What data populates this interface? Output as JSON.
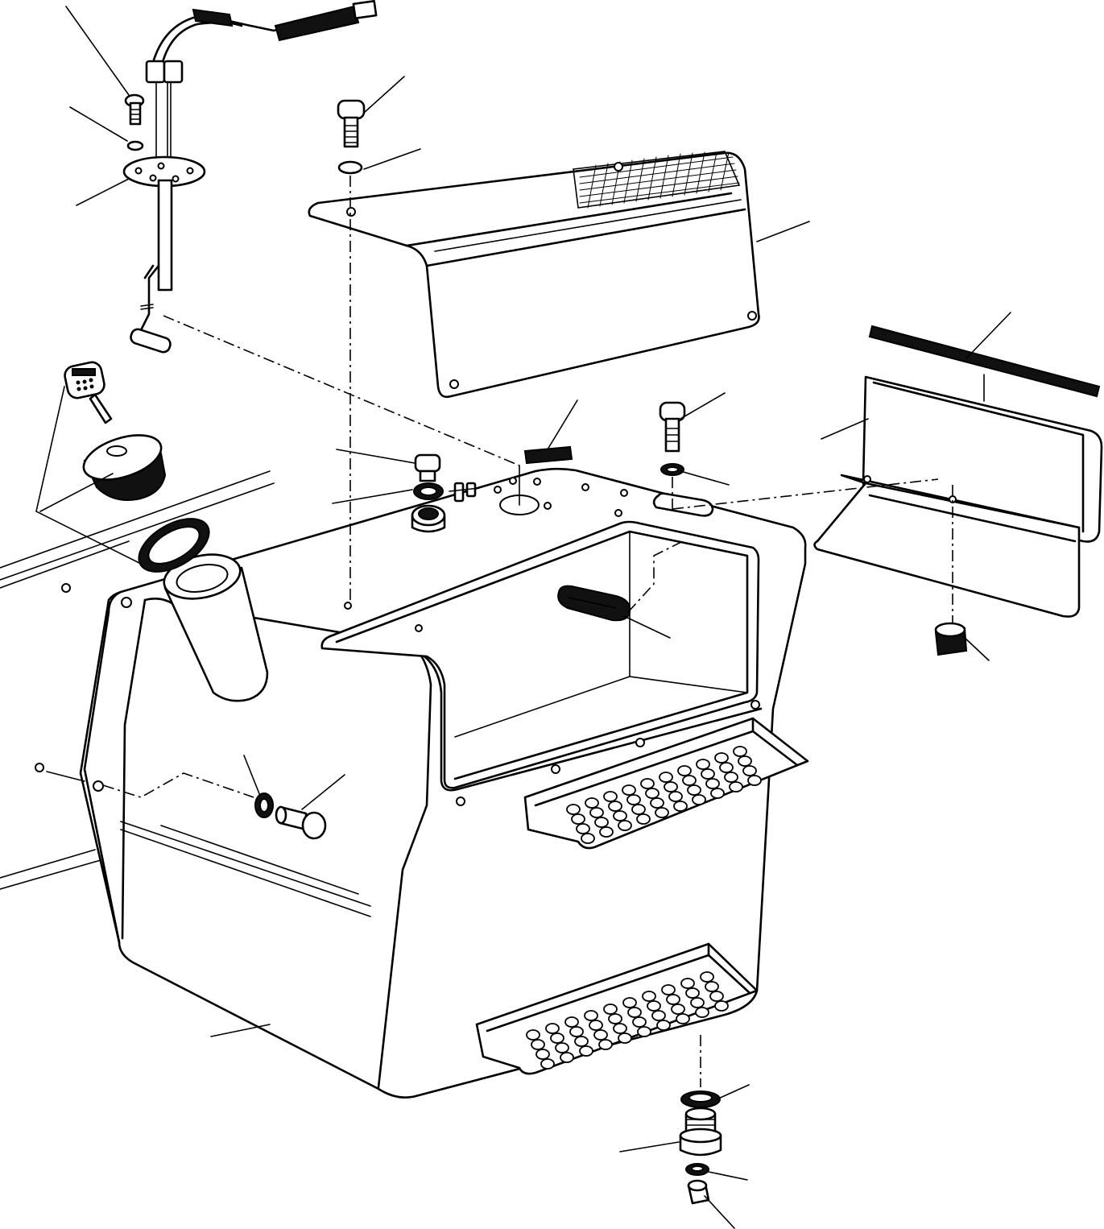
{
  "diagram": {
    "parts": [
      "fuel-level-sender",
      "screw",
      "washer",
      "sender-flange",
      "cap-bolt",
      "cap-washer",
      "tank-cover",
      "filler-key",
      "filler-cap",
      "filler-gasket",
      "vent-plug",
      "vent-washer",
      "vent-fitting",
      "breather",
      "cover-bolt",
      "cover-washer",
      "side-bracket",
      "bracket-strip",
      "bracket-nut",
      "handle-grommet",
      "fuel-tank",
      "upper-step",
      "lower-step",
      "side-bolt",
      "side-washer",
      "drain-seal",
      "drain-plug",
      "drain-washer",
      "drain-nut"
    ]
  }
}
